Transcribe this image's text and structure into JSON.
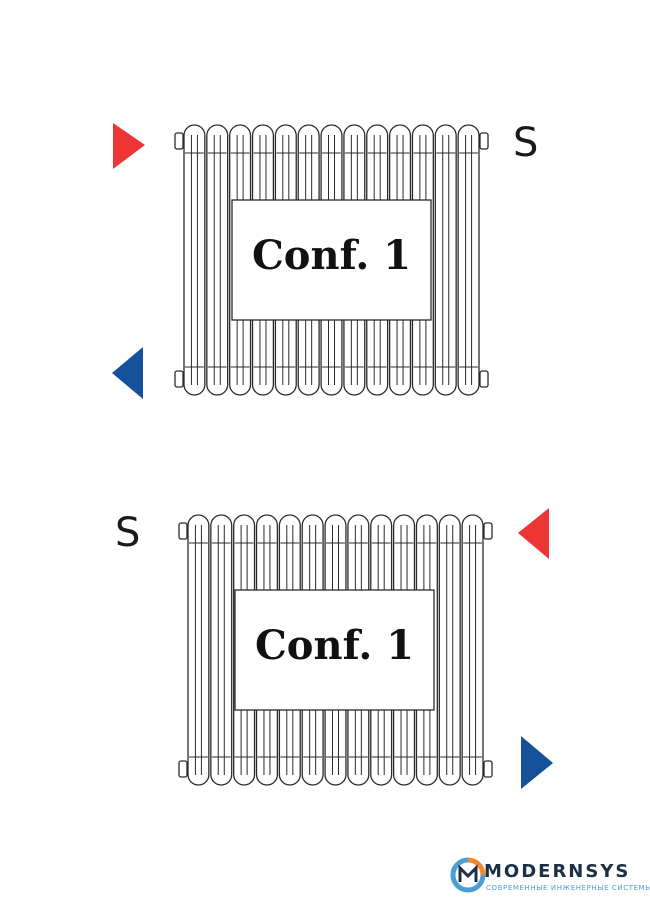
{
  "diagrams": [
    {
      "label": "Conf. 1",
      "supply_side": "left",
      "supply_position": "top",
      "return_side": "left",
      "return_position": "bottom",
      "s_label": "S",
      "s_side": "right",
      "supply_color": "#ee3535",
      "return_color": "#15529a"
    },
    {
      "label": "Conf. 1",
      "supply_side": "right",
      "supply_position": "top",
      "return_side": "right",
      "return_position": "bottom",
      "s_label": "S",
      "s_side": "left",
      "supply_color": "#ee3535",
      "return_color": "#15529a"
    }
  ],
  "logo": {
    "name": "MODERNSYS",
    "tagline": "СОВРЕМЕННЫЕ ИНЖЕНЕРНЫЕ СИСТЕМЫ",
    "icon": "modernsys-logo-icon",
    "colors": {
      "brand_dark": "#1c2f47",
      "brand_blue": "#4c9fd2",
      "brand_orange": "#f08a2e"
    }
  }
}
